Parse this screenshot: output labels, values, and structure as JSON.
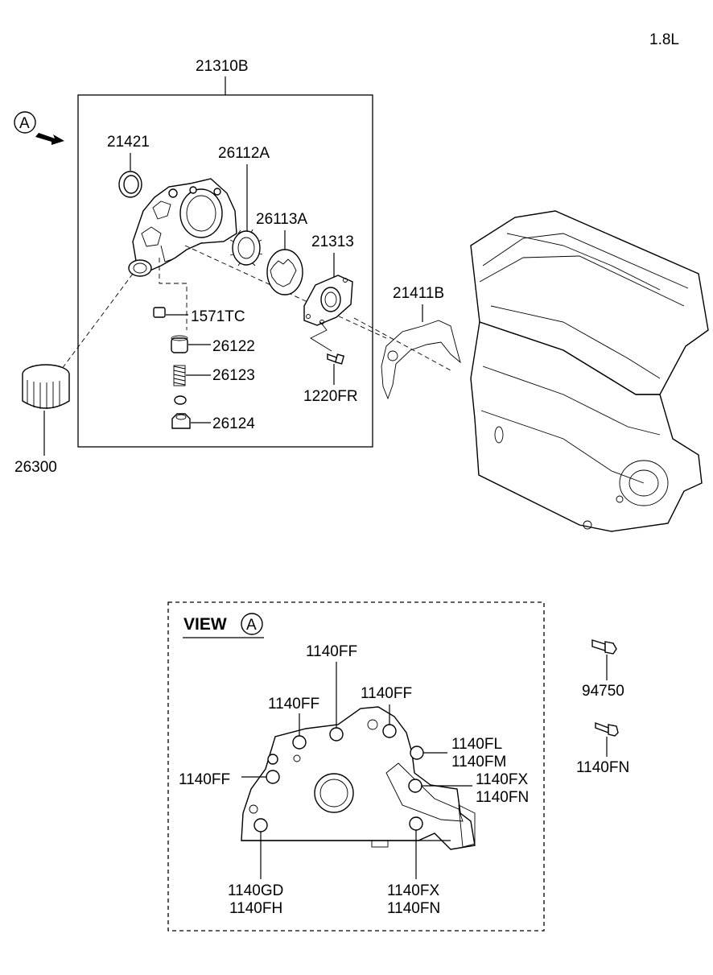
{
  "engine_label": "1.8L",
  "assembly_label": "21310B",
  "view_marker": "A",
  "view_title": "VIEW",
  "parts": {
    "seal": "21421",
    "gear_outer": "26112A",
    "gear_inner": "26113A",
    "cover": "21313",
    "plug_1571": "1571TC",
    "plunger": "26122",
    "spring": "26123",
    "plug_26124": "26124",
    "screw": "1220FR",
    "gasket": "21411B",
    "filter": "26300",
    "bolt_94750": "94750",
    "bolt_1140FN_side": "1140FN"
  },
  "view_bolts": {
    "top_center": "1140FF",
    "top_left": "1140FF",
    "top_right": "1140FF",
    "right_upper_1": "1140FL",
    "right_upper_2": "1140FM",
    "right_mid_1": "1140FX",
    "right_mid_2": "1140FN",
    "left_mid": "1140FF",
    "bottom_left_1": "1140GD",
    "bottom_left_2": "1140FH",
    "bottom_right_1": "1140FX",
    "bottom_right_2": "1140FN"
  }
}
